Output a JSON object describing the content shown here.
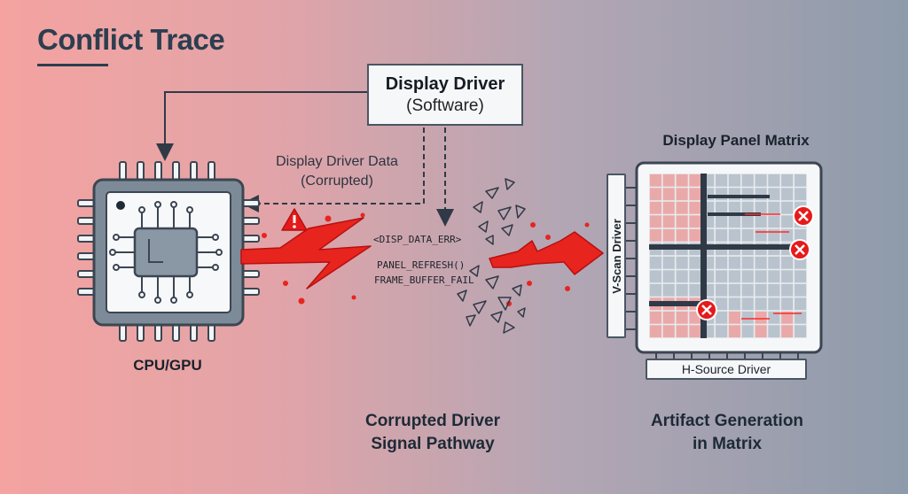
{
  "title": "Conflict Trace",
  "driver": {
    "title": "Display Driver",
    "subtitle": "(Software)"
  },
  "data_label": {
    "line1": "Display Driver Data",
    "line2": "(Corrupted)"
  },
  "errors": [
    "<DISP_DATA_ERR>",
    "PANEL_REFRESH()",
    "FRAME_BUFFER_FAIL"
  ],
  "cpu_label": "CPU/GPU",
  "panel": {
    "title": "Display Panel Matrix",
    "vscan": "V-Scan Driver",
    "hsource": "H-Source Driver"
  },
  "captions": {
    "pathway": {
      "line1": "Corrupted Driver",
      "line2": "Signal Pathway"
    },
    "artifact": {
      "line1": "Artifact Generation",
      "line2": "in Matrix"
    }
  },
  "colors": {
    "signal": "#e61a1a",
    "outline": "#4a5663",
    "chip": "#7a8896",
    "artifact": "#eaa9a9",
    "cell": "#b9c3cd"
  },
  "icons": [
    "warning-icon",
    "error-x-icon",
    "lightning-signal-icon",
    "processor-chip-icon",
    "debris-shards"
  ]
}
